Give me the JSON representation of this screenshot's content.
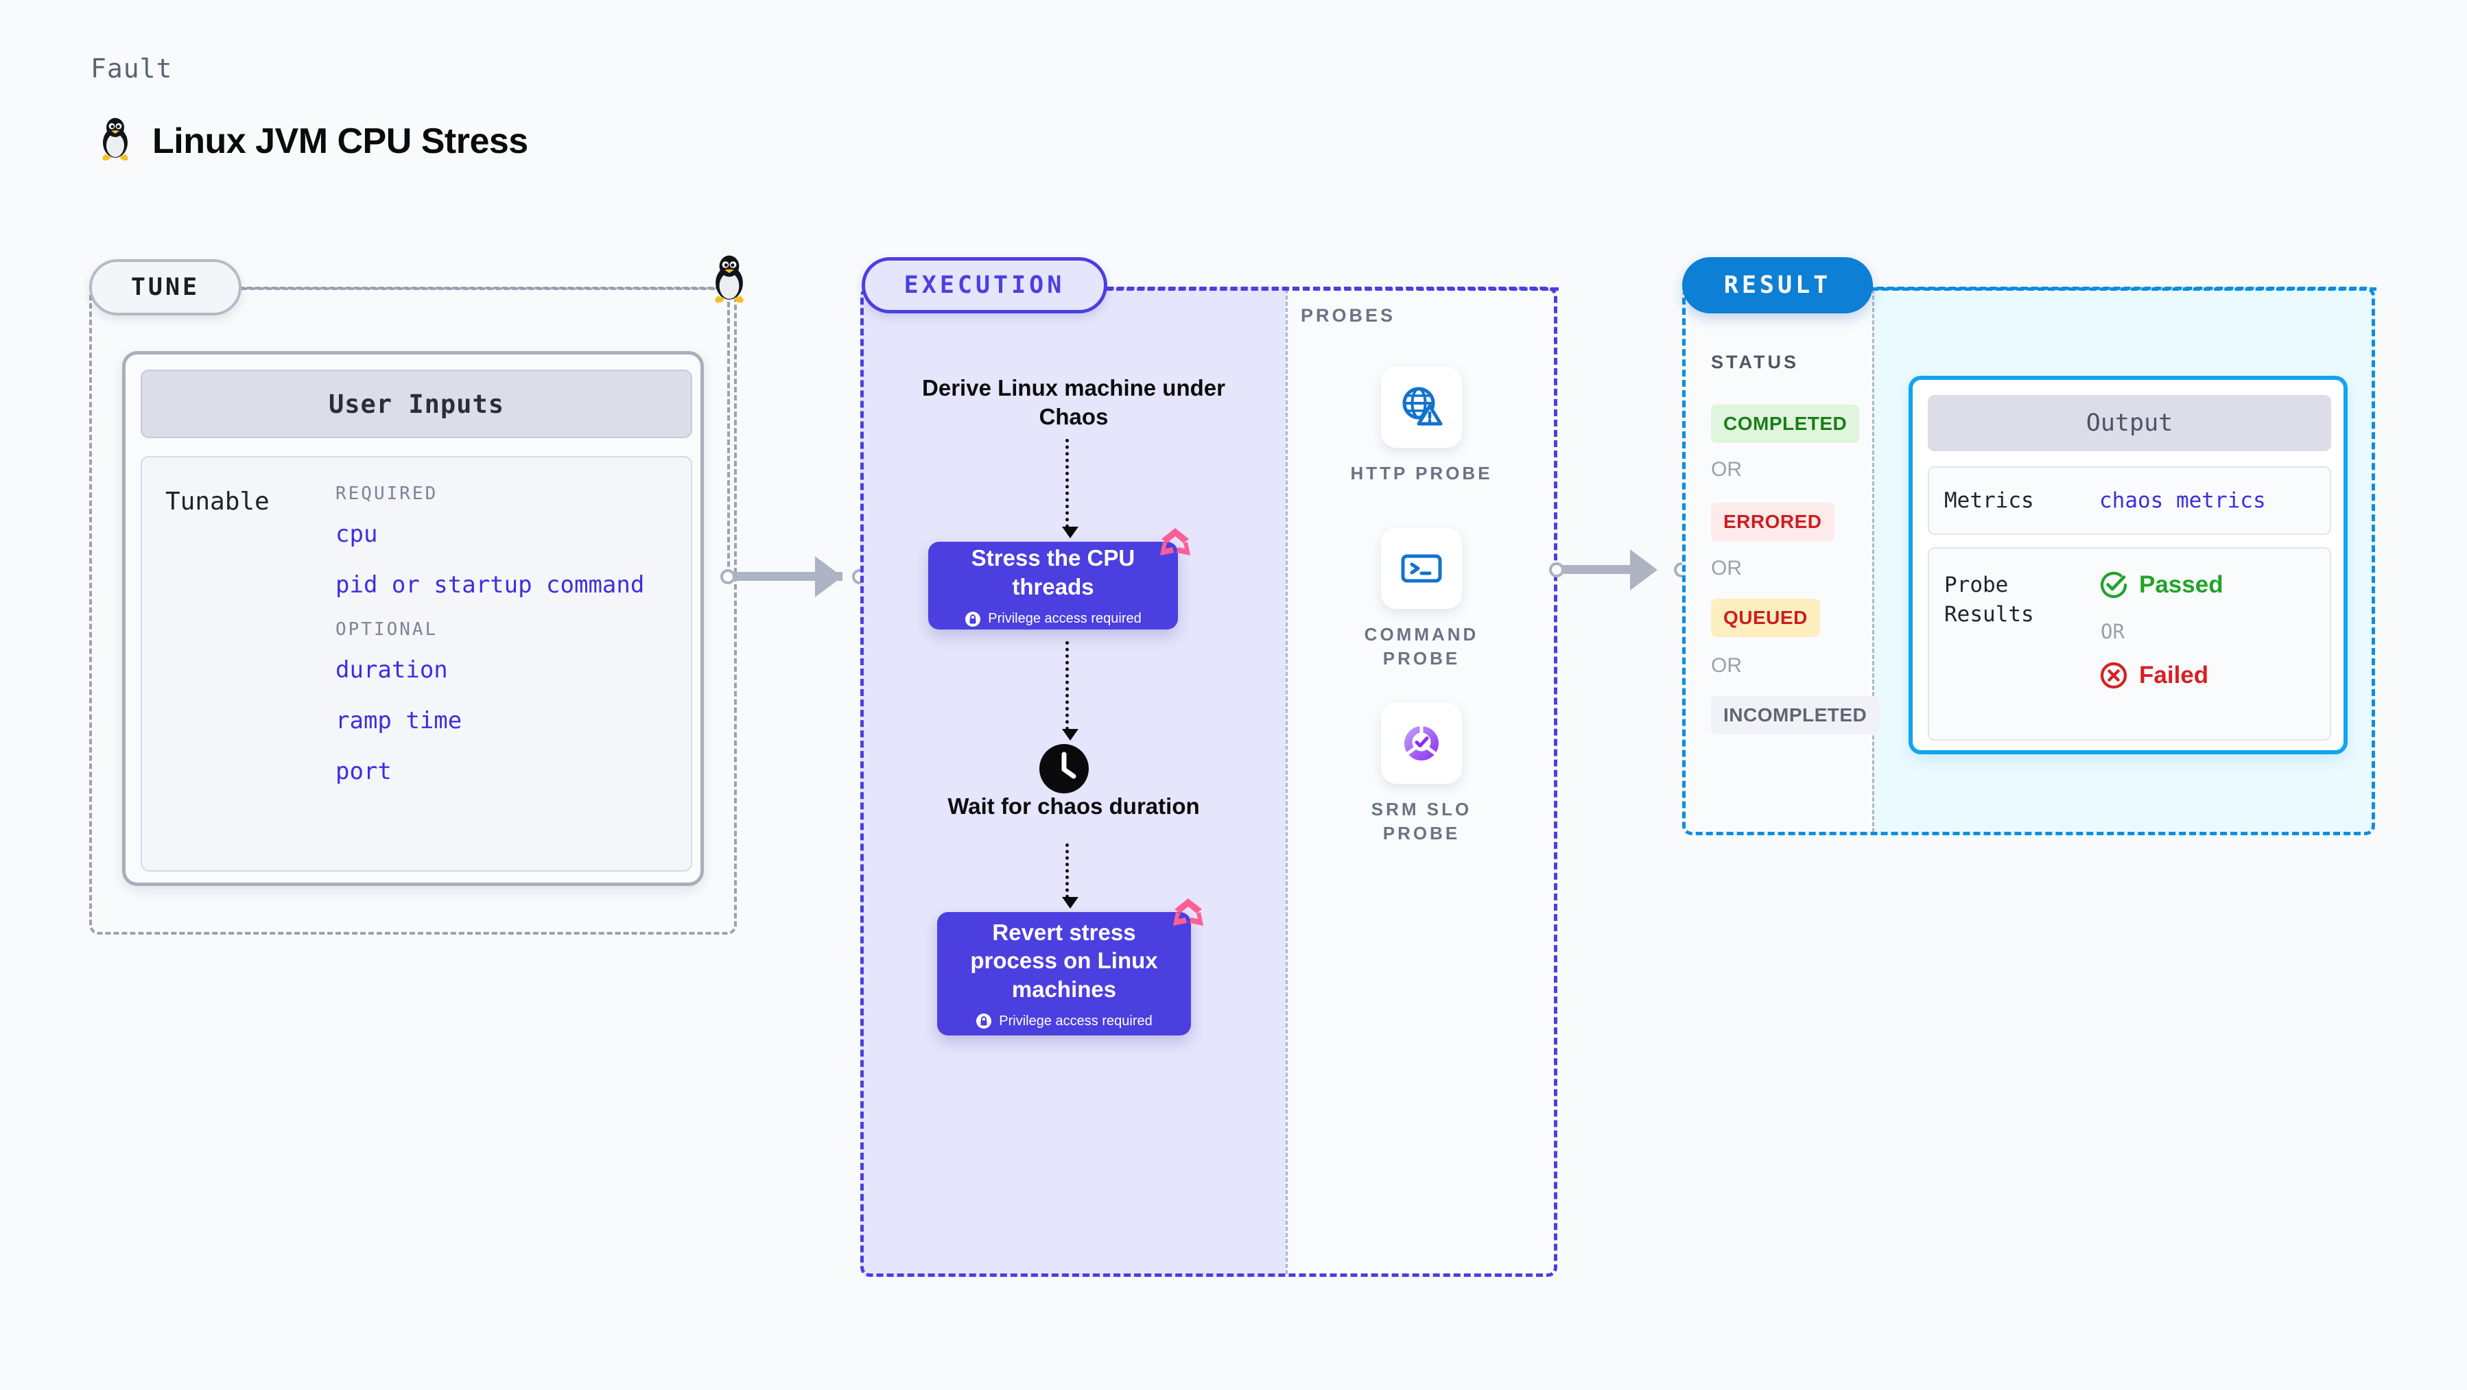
{
  "header": {
    "kicker": "Fault",
    "title": "Linux JVM CPU Stress",
    "icon": "linux-penguin-icon"
  },
  "tune": {
    "pill_label": "TUNE",
    "card": {
      "header": "User Inputs",
      "row_label": "Tunable",
      "groups": [
        {
          "heading": "REQUIRED",
          "items": [
            "cpu",
            "pid or startup command"
          ]
        },
        {
          "heading": "OPTIONAL",
          "items": [
            "duration",
            "ramp time",
            "port"
          ]
        }
      ]
    }
  },
  "execution": {
    "pill_label": "EXECUTION",
    "nodes": [
      {
        "type": "text",
        "label": "Derive Linux machine under Chaos"
      },
      {
        "type": "card",
        "label": "Stress the CPU threads",
        "sub": "Privilege access required",
        "badge": "litmus-logo-icon"
      },
      {
        "type": "clock",
        "label": "Wait for chaos duration",
        "icon": "clock-icon"
      },
      {
        "type": "card",
        "label": "Revert stress process on Linux machines",
        "sub": "Privilege access required",
        "badge": "litmus-logo-icon"
      }
    ]
  },
  "probes": {
    "section_label": "PROBES",
    "items": [
      {
        "icon": "globe-warning-icon",
        "label": "HTTP PROBE"
      },
      {
        "icon": "terminal-icon",
        "label": "COMMAND PROBE"
      },
      {
        "icon": "slo-donut-check-icon",
        "label": "SRM SLO PROBE"
      }
    ]
  },
  "result": {
    "pill_label": "RESULT",
    "status_label": "STATUS",
    "or_label": "OR",
    "statuses": [
      {
        "label": "COMPLETED",
        "bg": "#dff5dd",
        "fg": "#1b7d18"
      },
      {
        "label": "ERRORED",
        "bg": "#fdeaea",
        "fg": "#cc1f1f"
      },
      {
        "label": "QUEUED",
        "bg": "#fdeec0",
        "fg": "#cc1f1f"
      },
      {
        "label": "INCOMPLETED",
        "bg": "#f1f2f7",
        "fg": "#5e6574"
      }
    ],
    "output": {
      "header": "Output",
      "metrics_label": "Metrics",
      "metrics_value": "chaos metrics",
      "probe_results_label": "Probe\nResults",
      "passed_label": "Passed",
      "or_label": "OR",
      "failed_label": "Failed"
    }
  },
  "colors": {
    "background": "#f8fafc",
    "tune_border": "#9aa3b2",
    "execution_accent": "#4b3fe0",
    "execution_fill": "#e5e5fb",
    "result_accent": "#0d7fd4",
    "result_fill": "#eafaff",
    "output_border": "#12a5ee",
    "tunable_link": "#3d2ee0",
    "litmus_pink": "#fb5f96"
  }
}
